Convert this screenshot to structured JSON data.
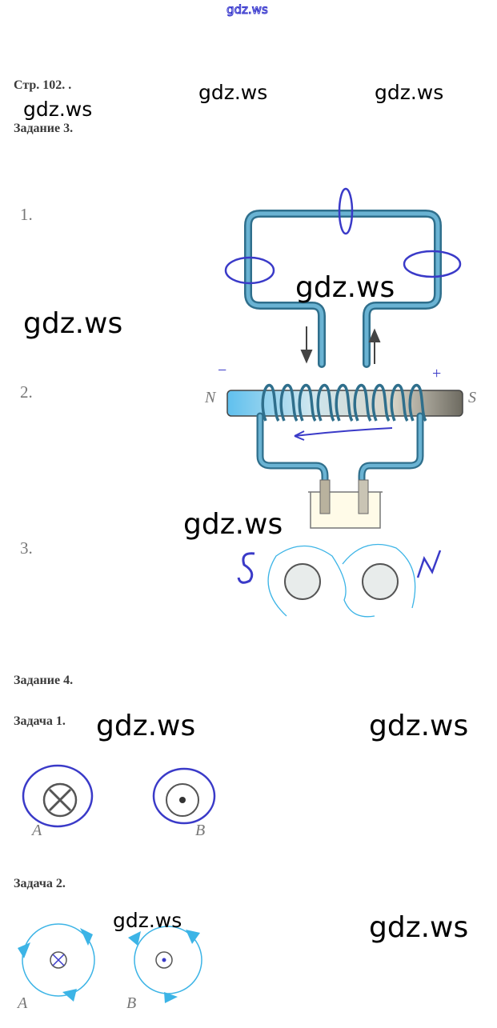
{
  "site_link": "gdz.ws",
  "watermark": "gdz.ws",
  "page_ref": "Стр. 102. .",
  "task3": {
    "title": "Задание 3.",
    "items": [
      "1.",
      "2.",
      "3."
    ],
    "coil_labels": {
      "north": "N",
      "south": "S",
      "minus": "−",
      "plus": "+"
    },
    "field_labels": {
      "south": "S",
      "north": "N"
    }
  },
  "task4": {
    "title": "Задание 4.",
    "problem1": {
      "title": "Задача 1.",
      "labels": [
        "A",
        "B"
      ]
    },
    "problem2": {
      "title": "Задача 2.",
      "labels": [
        "A",
        "B"
      ]
    }
  },
  "colors": {
    "wire": "#5aa6c8",
    "wire_edge": "#2f6f8c",
    "ink": "#3a3ac8",
    "cyan": "#3cb4e6"
  }
}
